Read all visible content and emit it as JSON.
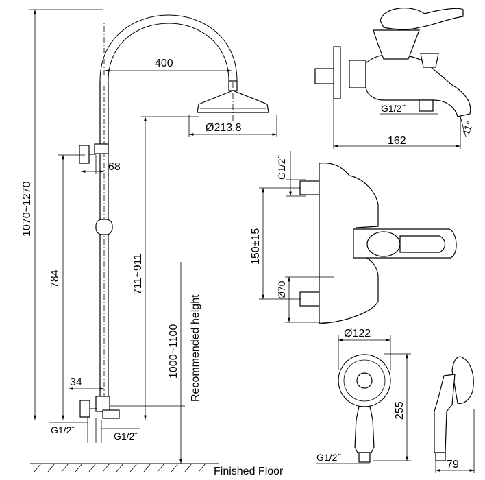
{
  "dimensions": {
    "arm_reach": "400",
    "head_diameter": "Ø213.8",
    "total_height": "1070~1270",
    "holder_offset": "68",
    "head_height": "711~911",
    "valve_height": "784",
    "mount_height": "1000~1100",
    "recommended": "Recommended height",
    "valve_offset": "34",
    "inlet_left": "G1/2˝",
    "inlet_right": "G1/2˝",
    "floor": "Finished Floor",
    "spout_inlet": "G1/2˝",
    "spout_length": "162",
    "spout_angle": "11°",
    "mixer_inlet": "G1/2˝",
    "mixer_centers": "150±15",
    "mixer_escutcheon": "Ø70",
    "hand_diameter": "Ø122",
    "hand_length": "255",
    "hand_inlet": "G1/2˝",
    "hand_depth": "79"
  }
}
